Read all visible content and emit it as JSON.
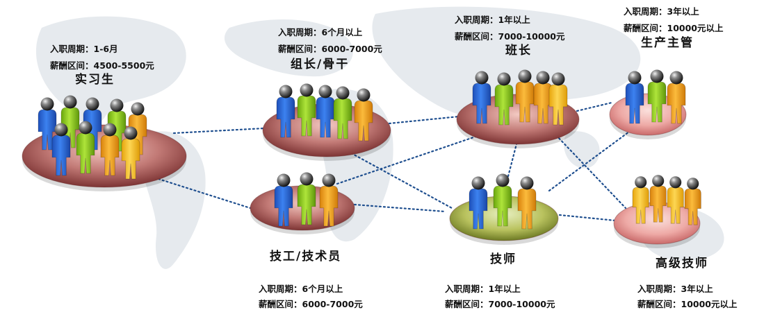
{
  "nodes": [
    {
      "id": "intern",
      "title": "实习生",
      "period": "入职周期：1-6月",
      "salary": "薪酬区间：4500-5500元"
    },
    {
      "id": "leader",
      "title": "组长/骨干",
      "period": "入职周期：6个月以上",
      "salary": "薪酬区间：6000-7000元"
    },
    {
      "id": "monitor",
      "title": "班长",
      "period": "入职周期：1年以上",
      "salary": "薪酬区间：7000-10000元"
    },
    {
      "id": "manager",
      "title": "生产主管",
      "period": "入职周期：3年以上",
      "salary": "薪酬区间：10000元以上"
    },
    {
      "id": "worker",
      "title": "技工/技术员",
      "period": "入职周期：6个月以上",
      "salary": "薪酬区间：6000-7000元"
    },
    {
      "id": "tech",
      "title": "技师",
      "period": "入职周期：1年以上",
      "salary": "薪酬区间：7000-10000元"
    },
    {
      "id": "senior",
      "title": "高级技师",
      "period": "入职周期：3年以上",
      "salary": "薪酬区间：10000元以上"
    }
  ],
  "colors": {
    "blue": "#2f6fe0",
    "green": "#93d21a",
    "orange": "#f6a21c",
    "yellow": "#f9c21f",
    "disc_red": "#9c4b4b",
    "disc_pink": "#e59a9a",
    "disc_olive": "#8f9a3c",
    "map": "#e6eaee",
    "link": "#1f4f8f"
  }
}
